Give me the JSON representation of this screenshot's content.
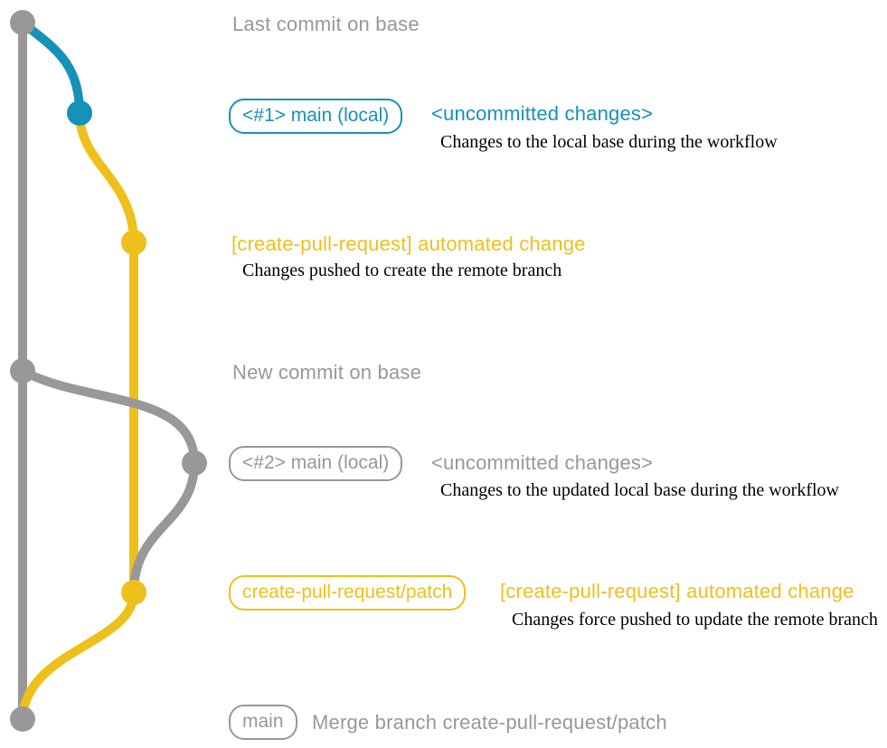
{
  "colors": {
    "gray": "#989898",
    "blue": "#1691b8",
    "yellow": "#eec01c",
    "description_text": "#000000",
    "background": "#ffffff"
  },
  "rows": {
    "last_commit": {
      "message": "Last commit on base"
    },
    "commit1": {
      "badge": "<#1> main (local)",
      "message": "<uncommitted changes>",
      "description": "Changes to the local base during the workflow"
    },
    "commit2": {
      "message": "[create-pull-request] automated change",
      "description": "Changes pushed to create the remote branch"
    },
    "new_commit": {
      "message": "New commit on base"
    },
    "commit3": {
      "badge": "<#2> main (local)",
      "message": "<uncommitted changes>",
      "description": "Changes to the updated local base during the workflow"
    },
    "commit4": {
      "badge": "create-pull-request/patch",
      "message": "[create-pull-request] automated change",
      "description": "Changes force pushed to update the remote branch"
    },
    "merge_commit": {
      "badge": "main",
      "message": "Merge branch create-pull-request/patch"
    }
  },
  "graph": {
    "branches": [
      {
        "name": "base",
        "color_key": "gray"
      },
      {
        "name": "main (local)",
        "color_key": "blue"
      },
      {
        "name": "create-pull-request/patch",
        "color_key": "yellow"
      }
    ],
    "commit_count": 7
  }
}
